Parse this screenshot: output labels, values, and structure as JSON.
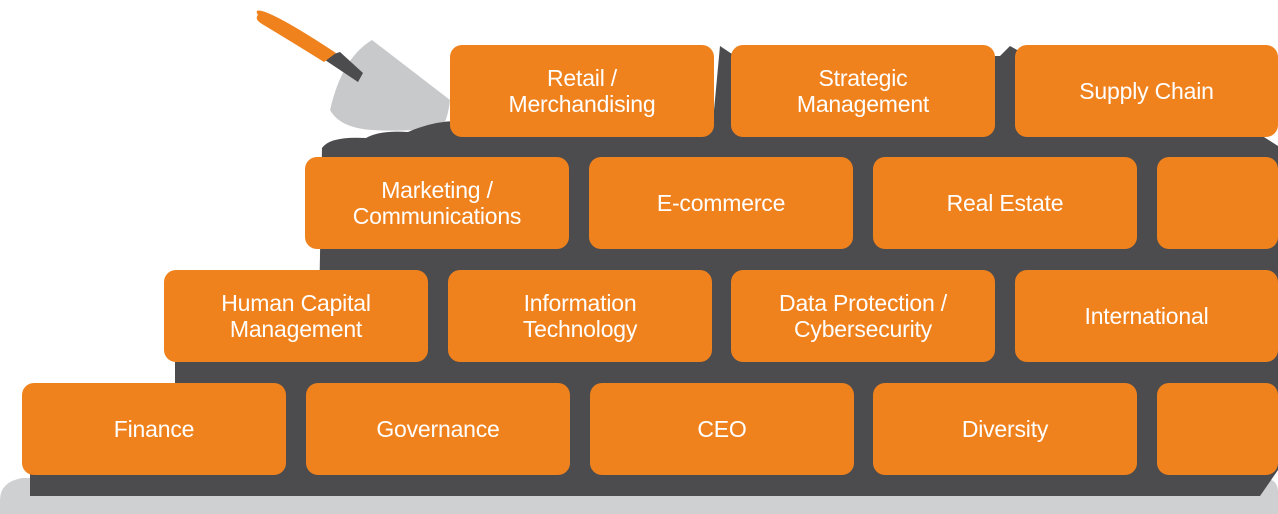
{
  "colors": {
    "brick": "#f0821e",
    "mortar": "#4c4b4d",
    "ground": "#cfd0d2",
    "trowel_blade": "#c8c9cb",
    "trowel_handle": "#f0821e",
    "trowel_ferrule": "#4c4b4d",
    "label": "#ffffff"
  },
  "icons": {
    "trowel": "trowel-icon"
  },
  "wall": {
    "rows": [
      {
        "name": "top-row",
        "bricks": [
          {
            "label": "Retail /\nMerchandising"
          },
          {
            "label": "Strategic\nManagement"
          },
          {
            "label": "Supply Chain"
          }
        ]
      },
      {
        "name": "second-row",
        "bricks": [
          {
            "label": "Marketing /\nCommunications"
          },
          {
            "label": "E-commerce"
          },
          {
            "label": "Real Estate"
          },
          {
            "label": ""
          }
        ]
      },
      {
        "name": "third-row",
        "bricks": [
          {
            "label": "Human Capital\nManagement"
          },
          {
            "label": "Information\nTechnology"
          },
          {
            "label": "Data Protection /\nCybersecurity"
          },
          {
            "label": "International"
          }
        ]
      },
      {
        "name": "bottom-row",
        "bricks": [
          {
            "label": "Finance"
          },
          {
            "label": "Governance"
          },
          {
            "label": "CEO"
          },
          {
            "label": "Diversity"
          },
          {
            "label": ""
          }
        ]
      }
    ]
  }
}
